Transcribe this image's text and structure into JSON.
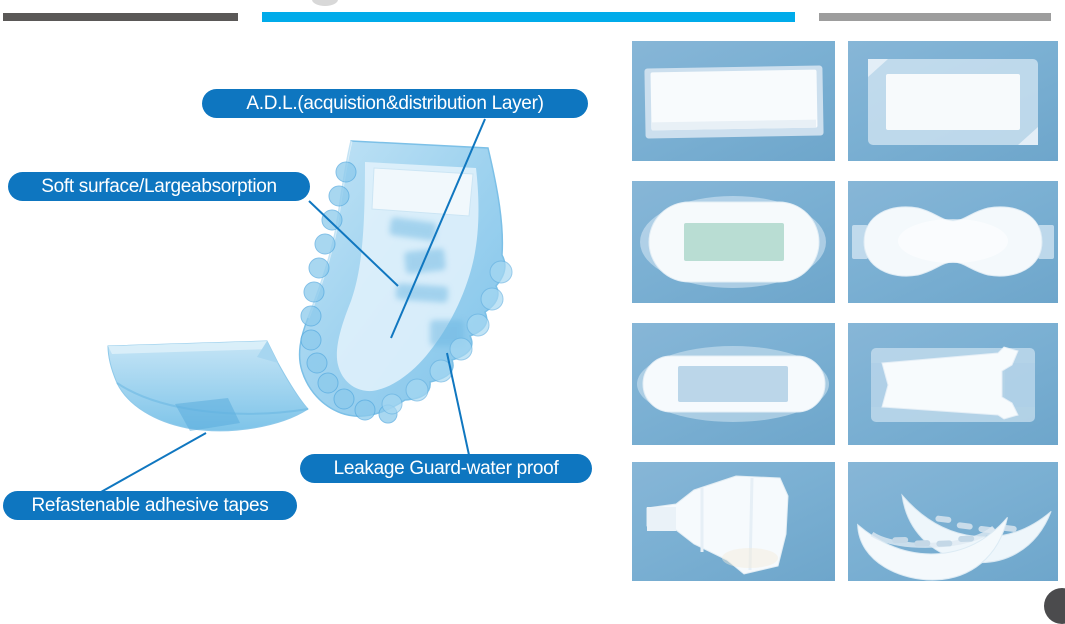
{
  "slide": {
    "background": "#ffffff",
    "top_bars": {
      "dark_color": "#5a5857",
      "blue_color": "#00abea",
      "gray_color": "#9d9d9d"
    },
    "page_dot_color": "#4b4b4d"
  },
  "diagram": {
    "subject": "translucent blue incontinence pad 3D illustration",
    "pill_color": "#0e76c0",
    "line_color": "#1077c0",
    "text_color": "#ffffff",
    "callouts": [
      {
        "id": "adl",
        "label": "A.D.L.(acquistion&distribution Layer)"
      },
      {
        "id": "soft-surface",
        "label": "Soft surface/Largeabsorption"
      },
      {
        "id": "leakage-guard",
        "label": "Leakage Guard-water proof"
      },
      {
        "id": "adhesive-tapes",
        "label": "Refastenable adhesive tapes"
      }
    ]
  },
  "gallery": {
    "cell_background": "#7bb0d3",
    "items": [
      {
        "name": "rectangular-underpad-photo"
      },
      {
        "name": "bordered-underpad-photo"
      },
      {
        "name": "oval-pad-green-core-photo"
      },
      {
        "name": "contoured-pad-photo"
      },
      {
        "name": "long-pad-blue-core-photo"
      },
      {
        "name": "notched-insert-pad-photo"
      },
      {
        "name": "belted-shield-pad-photo"
      },
      {
        "name": "curved-booster-pads-photo"
      }
    ]
  }
}
